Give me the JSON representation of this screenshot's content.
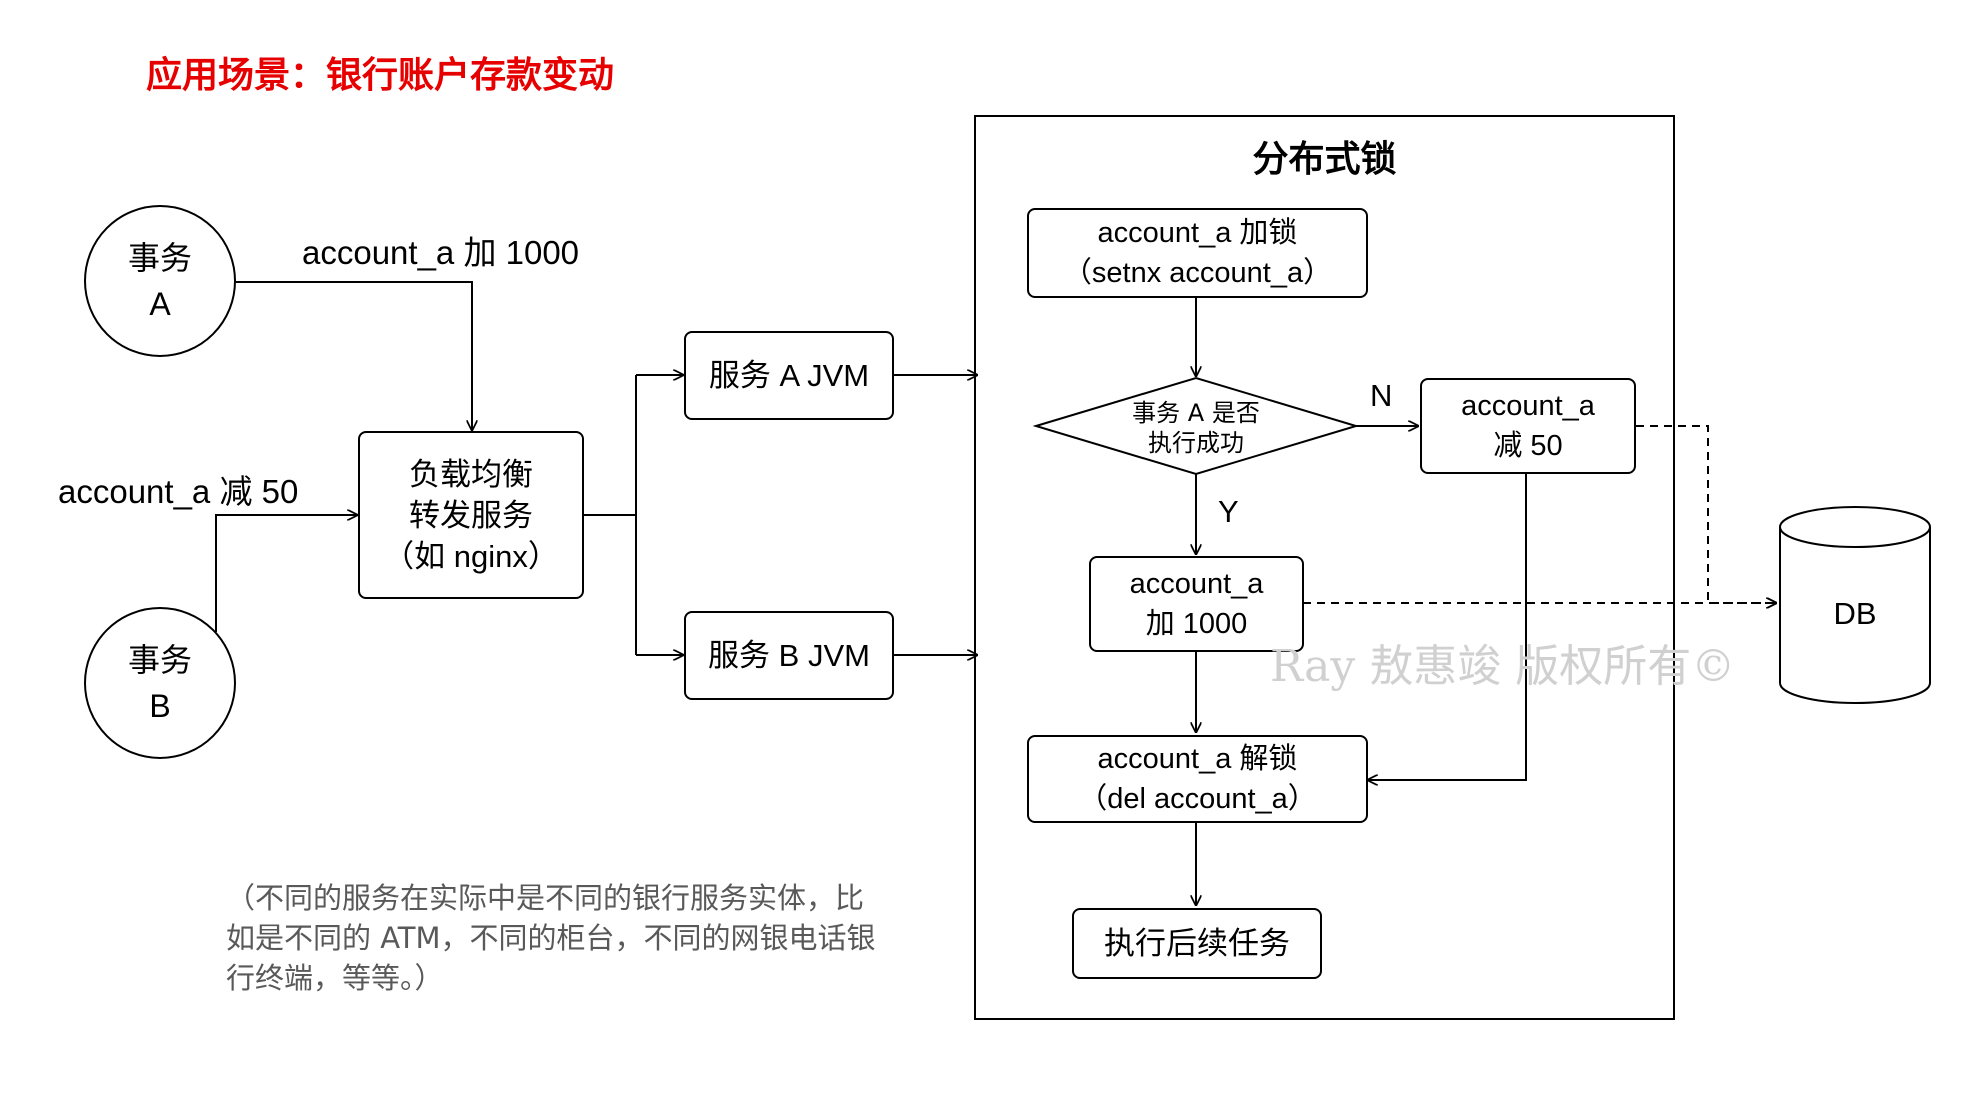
{
  "title": "应用场景：银行账户存款变动",
  "transaction_a": {
    "line1": "事务",
    "line2": "A",
    "label": "account_a 加 1000"
  },
  "transaction_b": {
    "line1": "事务",
    "line2": "B",
    "label": "account_a 减 50"
  },
  "load_balancer": {
    "line1": "负载均衡",
    "line2": "转发服务",
    "line3": "（如 nginx）"
  },
  "service_a": "服务 A JVM",
  "service_b": "服务 B JVM",
  "lock_panel": {
    "title": "分布式锁",
    "lock_step": {
      "line1": "account_a 加锁",
      "line2": "（setnx account_a）"
    },
    "decision": {
      "line1": "事务 A 是否",
      "line2": "执行成功",
      "no_label": "N",
      "yes_label": "Y"
    },
    "subtract_step": {
      "line1": "account_a",
      "line2": "减 50"
    },
    "add_step": {
      "line1": "account_a",
      "line2": "加 1000"
    },
    "unlock_step": {
      "line1": "account_a 解锁",
      "line2": "（del account_a）"
    },
    "followup_step": "执行后续任务"
  },
  "database": "DB",
  "note": "（不同的服务在实际中是不同的银行服务实体，比如是不同的 ATM，不同的柜台，不同的网银电话银行终端，等等。）",
  "watermark": "Ray 敖惠竣 版权所有©",
  "colors": {
    "title": "#e60000",
    "note": "#595959",
    "watermark": "#d0d0d0"
  }
}
